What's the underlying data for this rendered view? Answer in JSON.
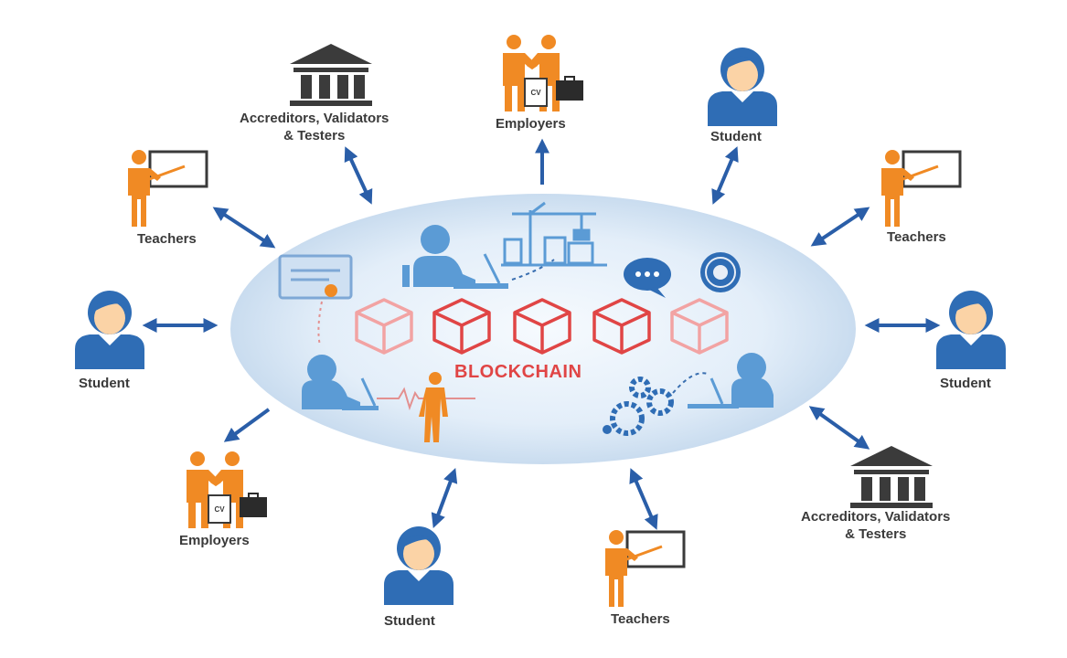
{
  "center": {
    "title": "BLOCKCHAIN"
  },
  "labels": {
    "accreditors_line1": "Accreditors, Validators",
    "accreditors_line2": "& Testers",
    "employers": "Employers",
    "student": "Student",
    "teachers": "Teachers"
  },
  "nodes": [
    {
      "id": "accreditors-top-left",
      "role": "accreditors",
      "icon": "institution-icon"
    },
    {
      "id": "employers-top",
      "role": "employers",
      "icon": "handshake-icon"
    },
    {
      "id": "student-top-right",
      "role": "student",
      "icon": "student-icon"
    },
    {
      "id": "teachers-upper-left",
      "role": "teachers",
      "icon": "teacher-icon"
    },
    {
      "id": "teachers-upper-right",
      "role": "teachers",
      "icon": "teacher-icon"
    },
    {
      "id": "student-left",
      "role": "student",
      "icon": "student-icon"
    },
    {
      "id": "student-right",
      "role": "student",
      "icon": "student-icon"
    },
    {
      "id": "employers-lower-left",
      "role": "employers",
      "icon": "handshake-icon"
    },
    {
      "id": "accreditors-lower-right",
      "role": "accreditors",
      "icon": "institution-icon"
    },
    {
      "id": "student-bottom",
      "role": "student",
      "icon": "student-icon"
    },
    {
      "id": "teachers-bottom",
      "role": "teachers",
      "icon": "teacher-icon"
    }
  ],
  "colors": {
    "arrow": "#2a5ea8",
    "ellipse": "#dceaf7",
    "person_orange": "#f08a24",
    "student_blue": "#2f6db5",
    "institution": "#3b3b3b",
    "block_red": "#e04545",
    "block_light": "#f2a3a3",
    "scene_blue": "#5b9bd5"
  }
}
